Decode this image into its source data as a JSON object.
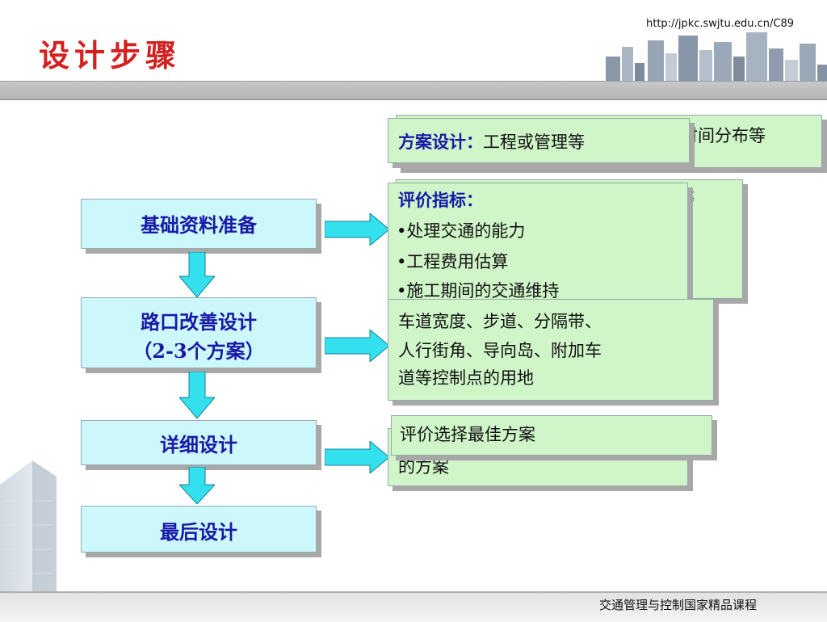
{
  "header": {
    "url": "http://jpkc.swjtu.edu.cn/C89",
    "title": "设计步骤"
  },
  "steps": [
    {
      "label": "基础资料准备"
    },
    {
      "label": "路口改善设计",
      "sub": "（2-3个方案）"
    },
    {
      "label": "详细设计"
    },
    {
      "label": "最后设计"
    }
  ],
  "right_boxes": {
    "scheme_back_text": "时间分布等",
    "scheme_label": "方案设计：",
    "scheme_text": "工程或管理等",
    "eval_back_text": "等",
    "eval_title": "评价指标：",
    "eval_items": [
      "•处理交通的能力",
      "•工程费用估算",
      "•施工期间的交通维持"
    ],
    "detail_lines": [
      "车道宽度、步道、分隔带、",
      "人行街角、导向岛、附加车",
      "道等控制点的用地"
    ],
    "select_text": "评价选择最佳方案",
    "select_back_text": "的方案"
  },
  "footer": {
    "text": "交通管理与控制国家精品课程"
  },
  "colors": {
    "title": "#d42020",
    "step_box": "#ccf8fb",
    "note_box": "#cff5c8",
    "label_blue": "#1919a8",
    "arrow": "#33e0ee"
  }
}
